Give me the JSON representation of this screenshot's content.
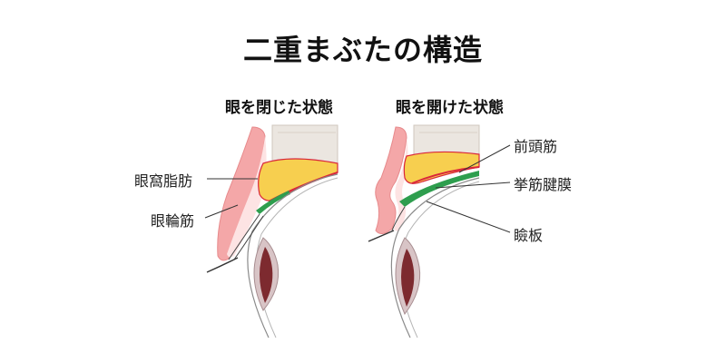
{
  "title": "二重まぶたの構造",
  "captions": {
    "closed": "眼を閉じた状態",
    "open": "眼を開けた状態"
  },
  "labels": {
    "orbital_fat": "眼窩脂肪",
    "orbicularis": "眼輪筋",
    "frontalis": "前頭筋",
    "levator_aponeurosis": "挙筋腱膜",
    "tarsus": "瞼板"
  },
  "colors": {
    "skin": "#f4a7a8",
    "skin_light": "#fde3e3",
    "fat": "#f7cf4f",
    "muscle_green": "#2e9e4e",
    "red_line": "#d9263b",
    "bone": "#ebe6e0",
    "eye": "#7d2a2f",
    "eye_light": "#d8c4c6"
  }
}
